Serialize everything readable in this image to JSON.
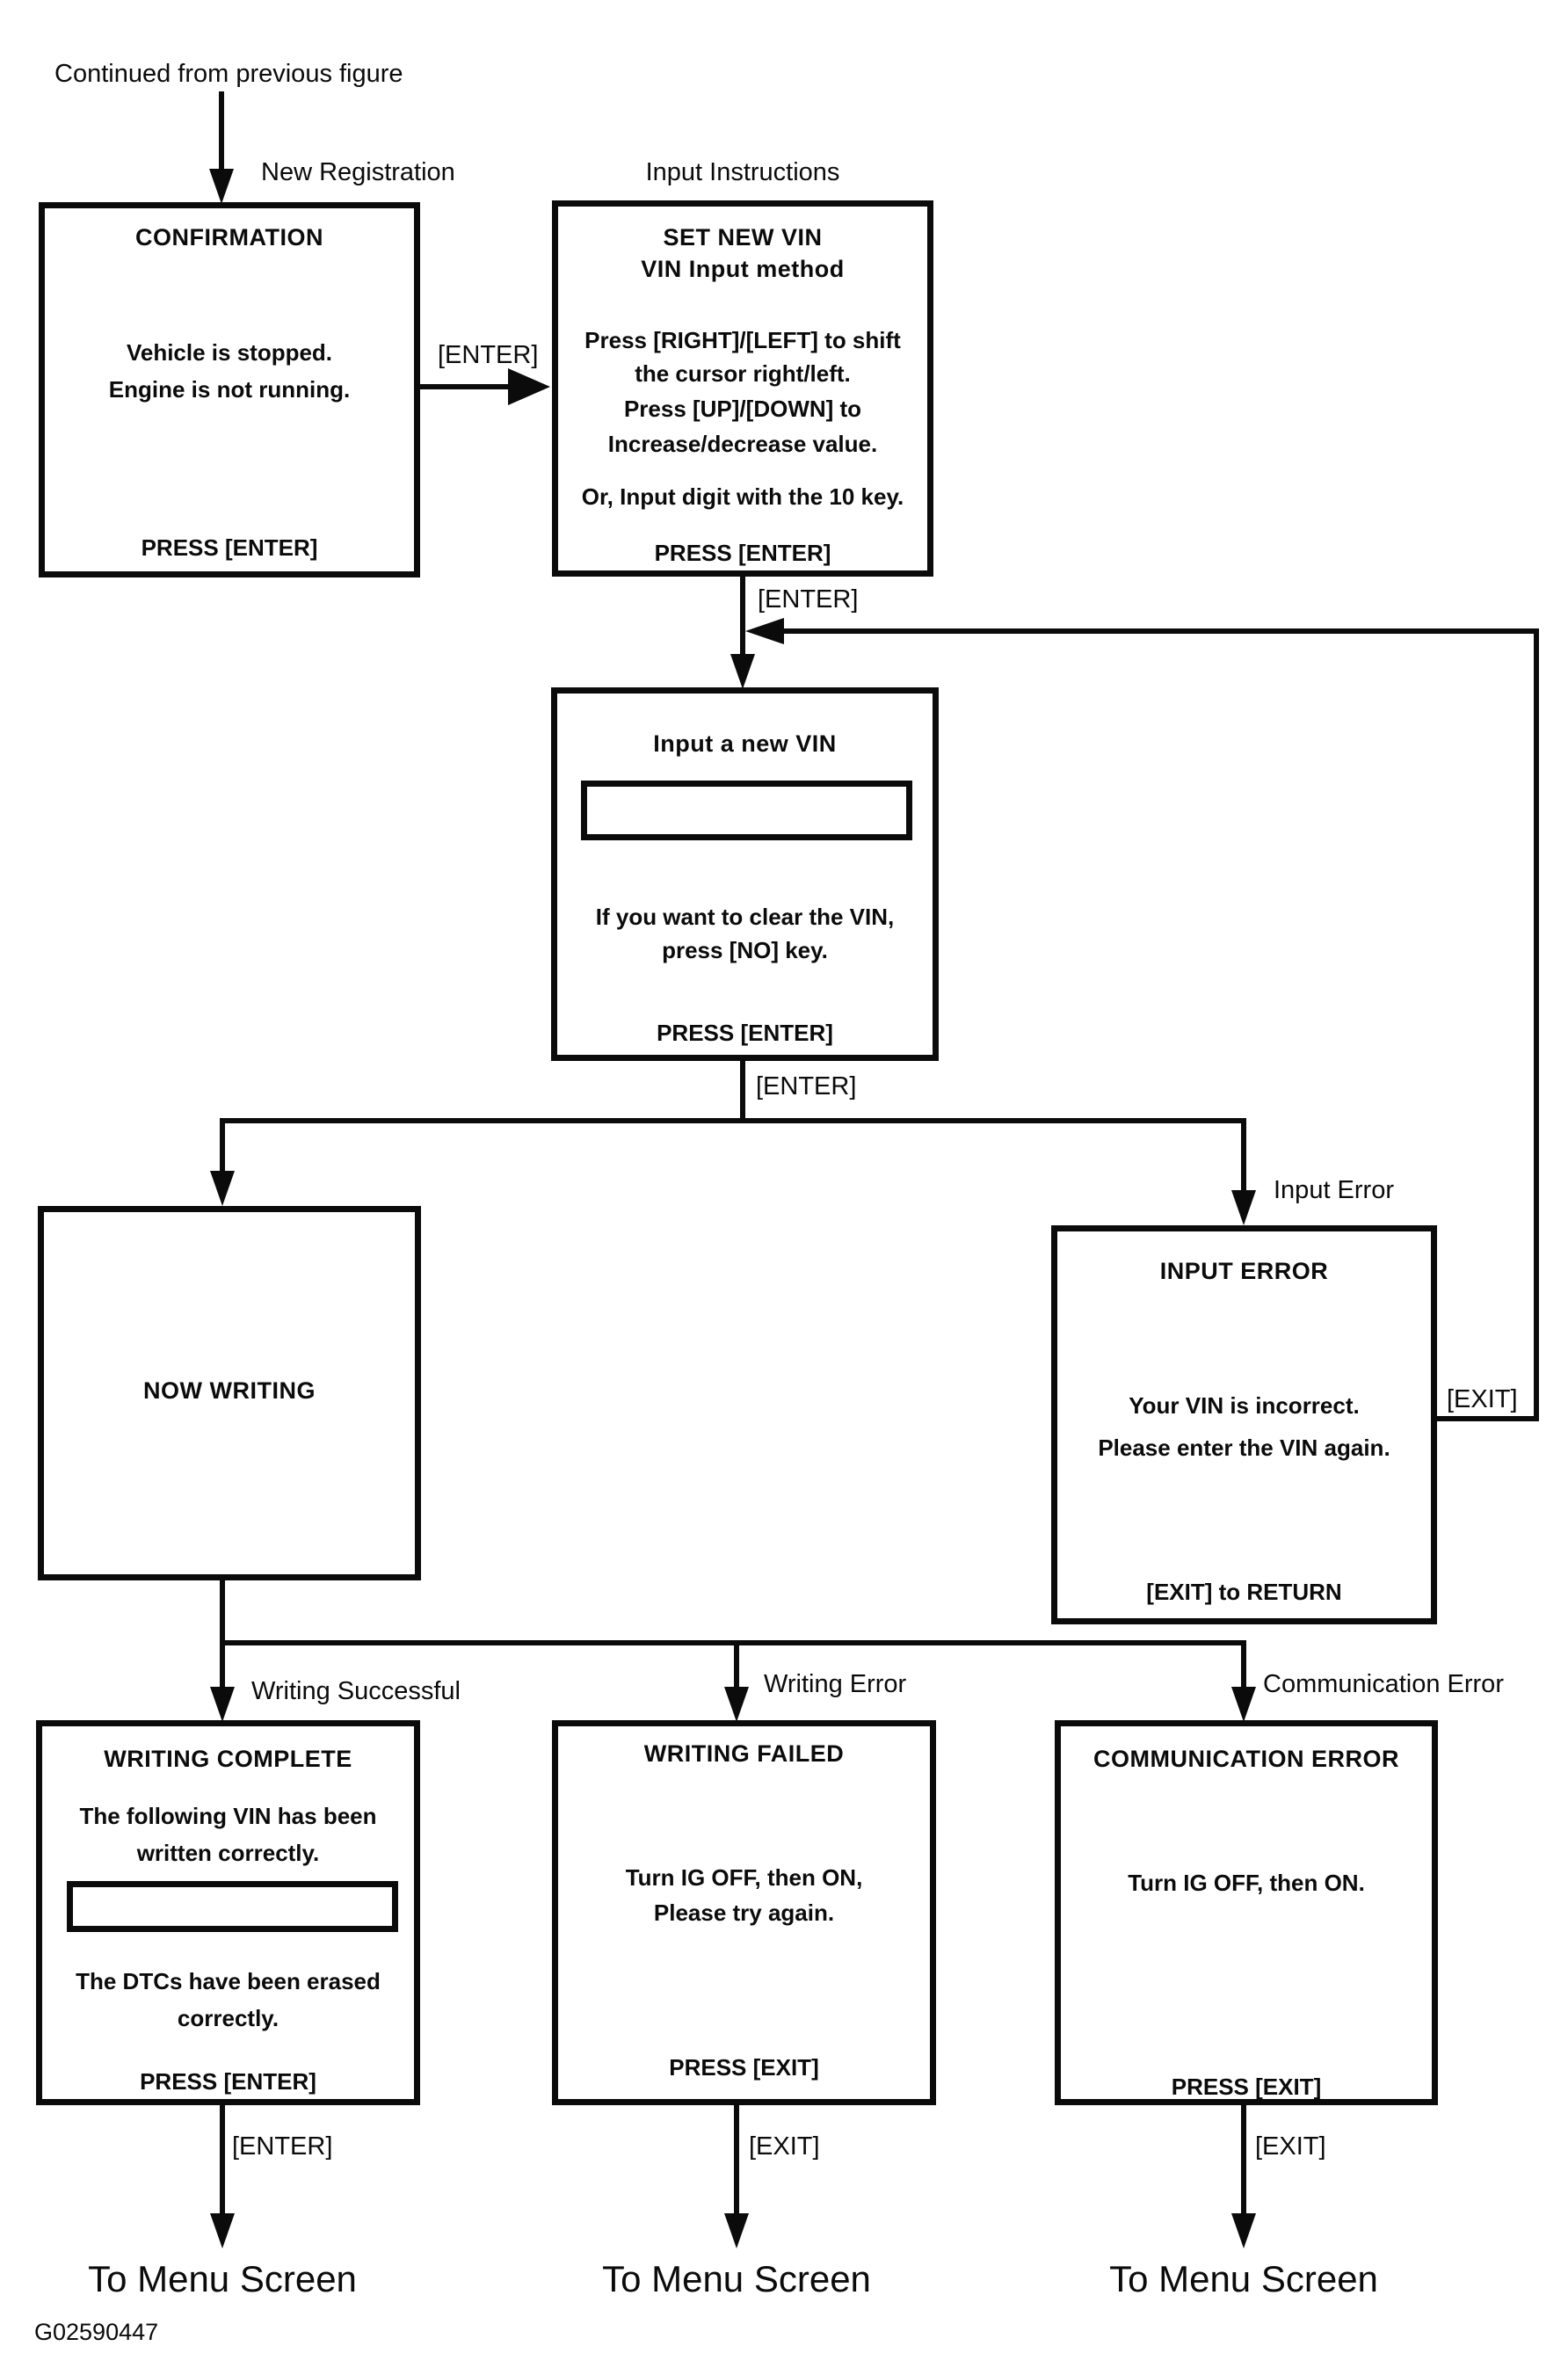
{
  "page": {
    "background": "#ffffff",
    "ink_color": "#0b0b0b",
    "continued_label": "Continued from previous figure",
    "figure_id": "G02590447"
  },
  "flow_labels": {
    "new_registration": "New Registration",
    "input_instructions": "Input Instructions",
    "enter_confirm_to_instructions": "[ENTER]",
    "enter_instructions_to_input": "[ENTER]",
    "enter_input_to_branch": "[ENTER]",
    "enter_complete_to_menu": "[ENTER]",
    "exit_input_error_return": "[EXIT]",
    "exit_failed_to_menu": "[EXIT]",
    "exit_comm_to_menu": "[EXIT]",
    "input_error": "Input Error",
    "writing_successful": "Writing Successful",
    "writing_error": "Writing Error",
    "communication_error": "Communication Error",
    "to_menu_1": "To Menu Screen",
    "to_menu_2": "To Menu Screen",
    "to_menu_3": "To Menu Screen"
  },
  "screens": {
    "confirmation": {
      "title": "CONFIRMATION",
      "line1": "Vehicle is stopped.",
      "line2": "Engine is not running.",
      "footer": "PRESS [ENTER]"
    },
    "set_new_vin": {
      "title1": "SET NEW VIN",
      "title2": "VIN Input method",
      "line1": "Press [RIGHT]/[LEFT] to shift",
      "line2": "the cursor right/left.",
      "line3": "Press [UP]/[DOWN] to",
      "line4": "Increase/decrease value.",
      "line5": "Or, Input digit with the 10 key.",
      "footer": "PRESS [ENTER]"
    },
    "input_new_vin": {
      "title": "Input a new VIN",
      "line1": "If you want to clear the VIN,",
      "line2": "press [NO] key.",
      "footer": "PRESS [ENTER]"
    },
    "now_writing": {
      "title": "NOW WRITING"
    },
    "input_error": {
      "title": "INPUT ERROR",
      "line1": "Your VIN is incorrect.",
      "line2": "Please enter the VIN again.",
      "footer": "[EXIT] to RETURN"
    },
    "writing_complete": {
      "title": "WRITING COMPLETE",
      "line1": "The following VIN has been",
      "line2": "written correctly.",
      "line3": "The DTCs have been erased",
      "line4": "correctly.",
      "footer": "PRESS [ENTER]"
    },
    "writing_failed": {
      "title": "WRITING FAILED",
      "line1": "Turn IG OFF, then ON,",
      "line2": "Please try again.",
      "footer": "PRESS [EXIT]"
    },
    "communication_error": {
      "title": "COMMUNICATION ERROR",
      "line1": "Turn IG OFF, then ON.",
      "footer": "PRESS [EXIT]"
    }
  }
}
